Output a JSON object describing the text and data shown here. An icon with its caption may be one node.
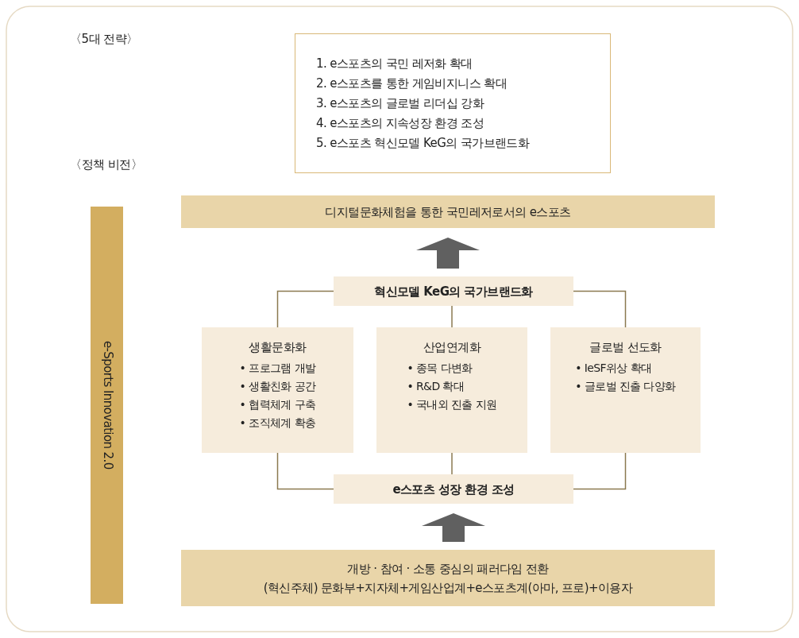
{
  "diagram": {
    "nodes": [
      {
        "text": [
          "1. e스포츠의 국민 레저화 확대",
          "2. e스포츠를 통한 게임비지니스 확대",
          "3. e스포츠의 글로벌 리더십 강화",
          "4. e스포츠의 지속성장 환경 조성",
          "5. e스포츠 혁신모델 KeG의 국가브랜드화"
        ]
      },
      {
        "text": [
          "e-Sports Innovation 2.0"
        ]
      },
      {
        "text": [
          "디지털문화체험을 통한 국민레저로서의 e스포츠"
        ]
      },
      {
        "text": [
          "혁신모델 KeG의 국가브랜드화"
        ]
      },
      {
        "text": [
          "생활문화화",
          "• 프로그램 개발",
          "• 생활친화 공간",
          "• 협력체계 구축",
          "• 조직체계 확충"
        ]
      },
      {
        "text": [
          "산업연계화",
          "• 종목 다변화",
          "• R&D 확대",
          "• 국내외 진출 지원"
        ]
      },
      {
        "text": [
          "글로벌 선도화",
          "• IeSF위상 확대",
          "• 글로벌 진출 다양화"
        ]
      },
      {
        "text": [
          "e스포츠 성장 환경 조성"
        ]
      },
      {
        "text": [
          "개방 · 참여 · 소통 중심의 패러다임 전환",
          "(혁신주체) 문화부+지자체+게임산업계+e스포츠계(아마, 프로)+이용자"
        ]
      }
    ],
    "edges": [
      {
        "from": 3,
        "to": 2,
        "arrow": "to",
        "style": "thick",
        "color": "#606060"
      },
      {
        "from": 3,
        "to": 4,
        "arrow": "none"
      },
      {
        "from": 3,
        "to": 5,
        "arrow": "none"
      },
      {
        "from": 3,
        "to": 6,
        "arrow": "none"
      },
      {
        "from": 4,
        "to": 7,
        "arrow": "none"
      },
      {
        "from": 5,
        "to": 7,
        "arrow": "none"
      },
      {
        "from": 6,
        "to": 7,
        "arrow": "none"
      },
      {
        "from": 8,
        "to": 7,
        "arrow": "to",
        "style": "thick",
        "color": "#606060"
      }
    ],
    "labels": [
      "〈5대 전략〉",
      "〈정책 비전〉"
    ]
  }
}
